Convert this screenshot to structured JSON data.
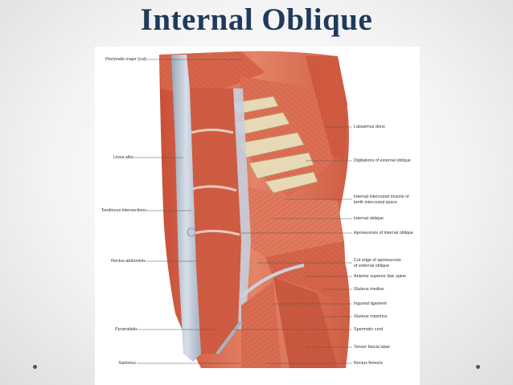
{
  "slide": {
    "title": "Internal Oblique"
  },
  "labels_left": [
    "Pectoralis major (cut)",
    "Linea alba",
    "Tendinous intersections",
    "Rectus abdominis",
    "Pyramidalis",
    "Sartorius"
  ],
  "labels_right": [
    "Latissimus dorsi",
    "Digitations of external oblique",
    "Internal intercostal muscle of",
    "tenth intercostal space",
    "Internal oblique",
    "Aponeurosis of internal oblique",
    "Cut edge of aponeurosis",
    "of external oblique",
    "Anterior superior iliac spine",
    "Gluteus medius",
    "Inguinal ligament",
    "Gluteus maximus",
    "Spermatic cord",
    "Tensor fascia latae",
    "Rectus femoris"
  ],
  "colors": {
    "title": "#1f3a5c",
    "muscle": "#d96a4e",
    "fascia": "#b9c4d2",
    "rib": "#e8d9b6"
  }
}
